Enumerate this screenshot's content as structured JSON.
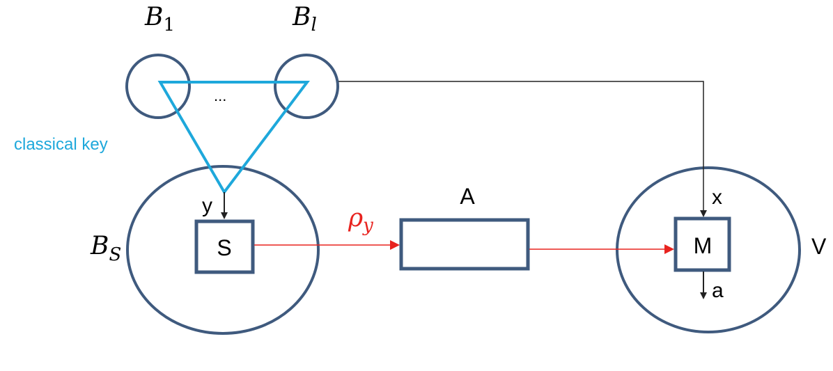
{
  "labels": {
    "b1_main": "B",
    "b1_sub": "1",
    "bl_main": "B",
    "bl_sub": "l",
    "bs_main": "B",
    "bs_sub": "S",
    "dots": "...",
    "classical_key": "classical key",
    "y_label": "y",
    "x_label": "x",
    "a_label": "a",
    "A_label": "A",
    "V_label": "V",
    "S_box": "S",
    "M_box": "M",
    "rho_main": "ρ",
    "rho_sub": "y"
  },
  "colors": {
    "node_stroke": "#3f5a7e",
    "key_triangle": "#1ea8db",
    "quantum_channel": "#e8231f",
    "classical_wire": "#222222",
    "text": "#000000"
  }
}
